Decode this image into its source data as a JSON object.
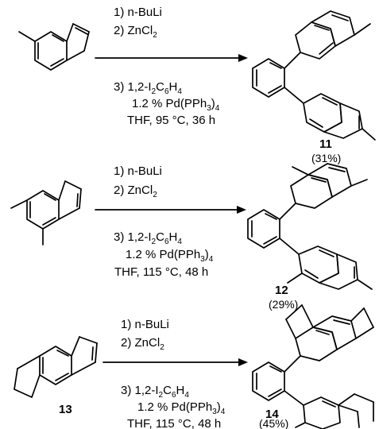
{
  "reactions": [
    {
      "steps": {
        "s1": "1)  n-BuLi",
        "s2": "2)  ZnCl",
        "s2sub": "2",
        "s3a": "3)  1,2-I",
        "s3a_sub1": "2",
        "s3a_mid": "C",
        "s3a_mid2": "6",
        "s3a_h": "H",
        "s3a_sub3": "4",
        "cat": "1.2 % Pd(PPh",
        "cat_sub": "3",
        "cat_end": ")",
        "cat_sub2": "4",
        "cond": "THF, 95 °C, 36 h"
      },
      "product_label": "11",
      "yield": "(31%)"
    },
    {
      "steps": {
        "s1": "1)  n-BuLi",
        "s2": "2)  ZnCl",
        "s2sub": "2",
        "s3a": "3)  1,2-I",
        "s3a_sub1": "2",
        "s3a_mid": "C",
        "s3a_mid2": "6",
        "s3a_h": "H",
        "s3a_sub3": "4",
        "cat": "1.2 % Pd(PPh",
        "cat_sub": "3",
        "cat_end": ")",
        "cat_sub2": "4",
        "cond": "THF, 115 °C, 48 h"
      },
      "product_label": "12",
      "yield": "(29%)"
    },
    {
      "steps": {
        "s1": "1)  n-BuLi",
        "s2": "2)  ZnCl",
        "s2sub": "2",
        "s3a": "3)  1,2-I",
        "s3a_sub1": "2",
        "s3a_mid": "C",
        "s3a_mid2": "6",
        "s3a_h": "H",
        "s3a_sub3": "4",
        "cat": "1.2 % Pd(PPh",
        "cat_sub": "3",
        "cat_end": ")",
        "cat_sub2": "4",
        "cond": "THF, 115 °C, 48 h"
      },
      "starting_label": "13",
      "product_label": "14",
      "yield": "(45%)"
    }
  ]
}
